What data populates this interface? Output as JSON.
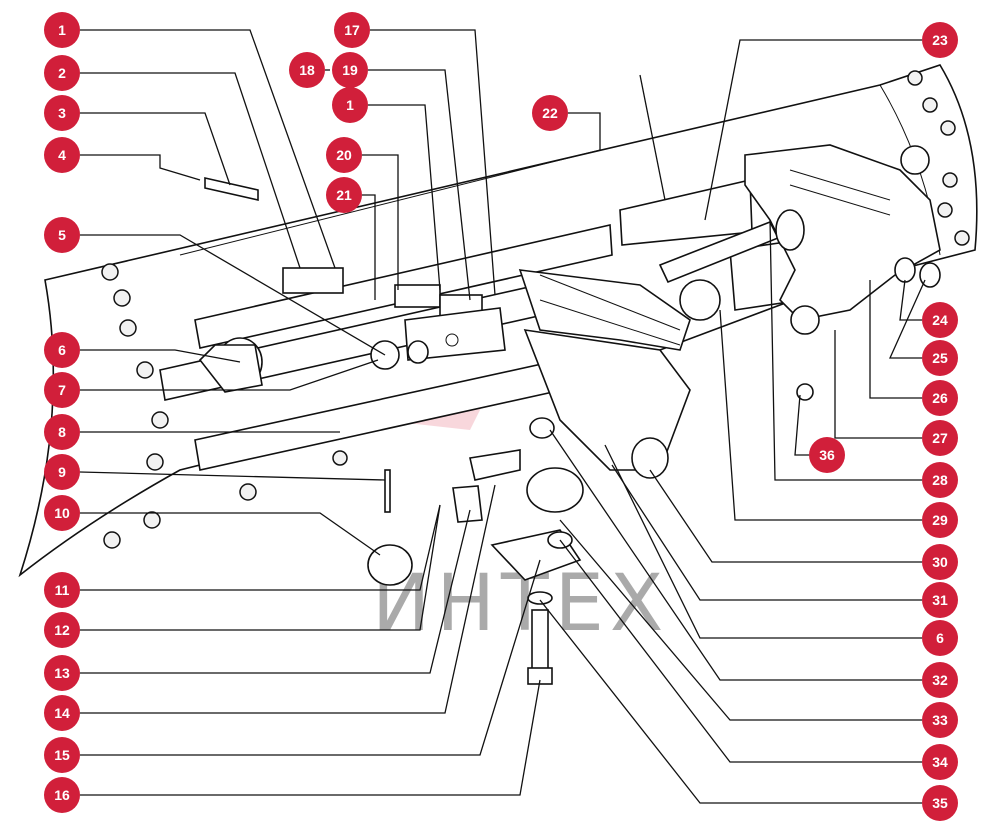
{
  "watermark_text": "ИНТЕХ",
  "accent_color": "#d11f3a",
  "watermark_color": "#f3b7bf",
  "callouts": [
    "1",
    "2",
    "3",
    "4",
    "5",
    "6",
    "7",
    "8",
    "9",
    "10",
    "11",
    "12",
    "13",
    "14",
    "15",
    "16",
    "17",
    "18",
    "19",
    "1",
    "20",
    "21",
    "22",
    "23",
    "24",
    "25",
    "26",
    "27",
    "28",
    "29",
    "30",
    "31",
    "6",
    "32",
    "33",
    "34",
    "35",
    "36"
  ]
}
